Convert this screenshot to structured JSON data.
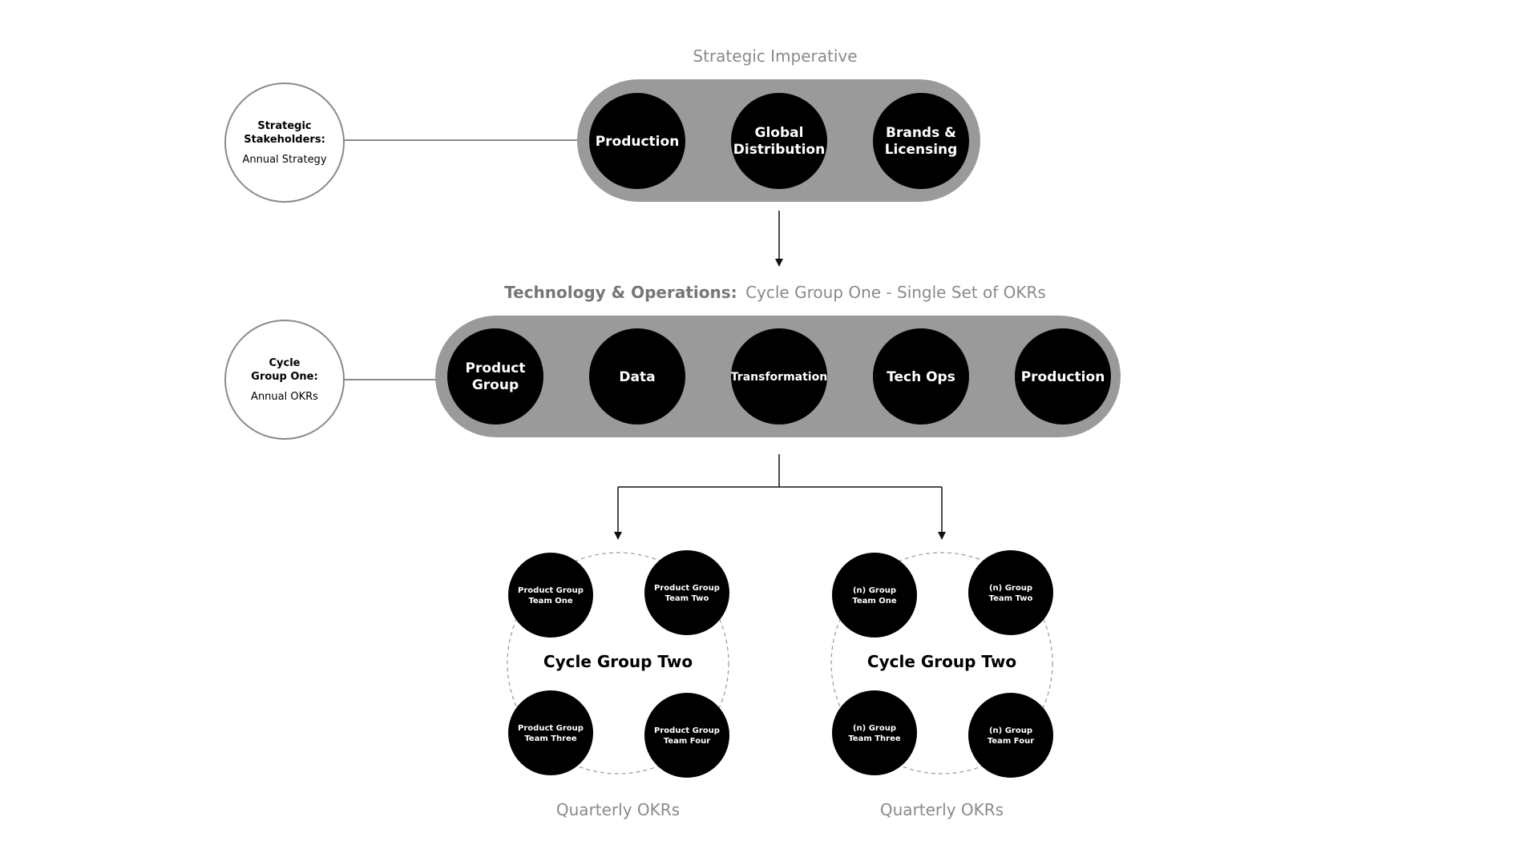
{
  "strategic_imperative": {
    "title": "Strategic Imperative",
    "nodes": [
      "Production",
      "Global Distribution",
      "Brands & Licensing"
    ]
  },
  "strategic_stakeholders": {
    "line1": "Strategic",
    "line2": "Stakeholders:",
    "line3": "Annual Strategy"
  },
  "tech_ops": {
    "title_bold": "Technology & Operations:",
    "title_rest": "Cycle Group One - Single Set of OKRs",
    "nodes": [
      "Product Group",
      "Data",
      "Transformation",
      "Tech Ops",
      "Production"
    ]
  },
  "cycle_group_one": {
    "line1": "Cycle",
    "line2": "Group One:",
    "line3": "Annual OKRs"
  },
  "cycle_groups": [
    {
      "title": "Cycle Group Two",
      "footer": "Quarterly OKRs",
      "teams": [
        [
          "Product Group",
          "Team One"
        ],
        [
          "Product Group",
          "Team Two"
        ],
        [
          "Product Group",
          "Team Three"
        ],
        [
          "Product Group",
          "Team Four"
        ]
      ]
    },
    {
      "title": "Cycle Group Two",
      "footer": "Quarterly OKRs",
      "teams": [
        [
          "(n) Group",
          "Team One"
        ],
        [
          "(n) Group",
          "Team Two"
        ],
        [
          "(n) Group",
          "Team Three"
        ],
        [
          "(n) Group",
          "Team Four"
        ]
      ]
    }
  ],
  "colors": {
    "pill": "#9a9a9a",
    "node": "#000000",
    "line": "#8a8a8a",
    "arrow": "#333333"
  }
}
